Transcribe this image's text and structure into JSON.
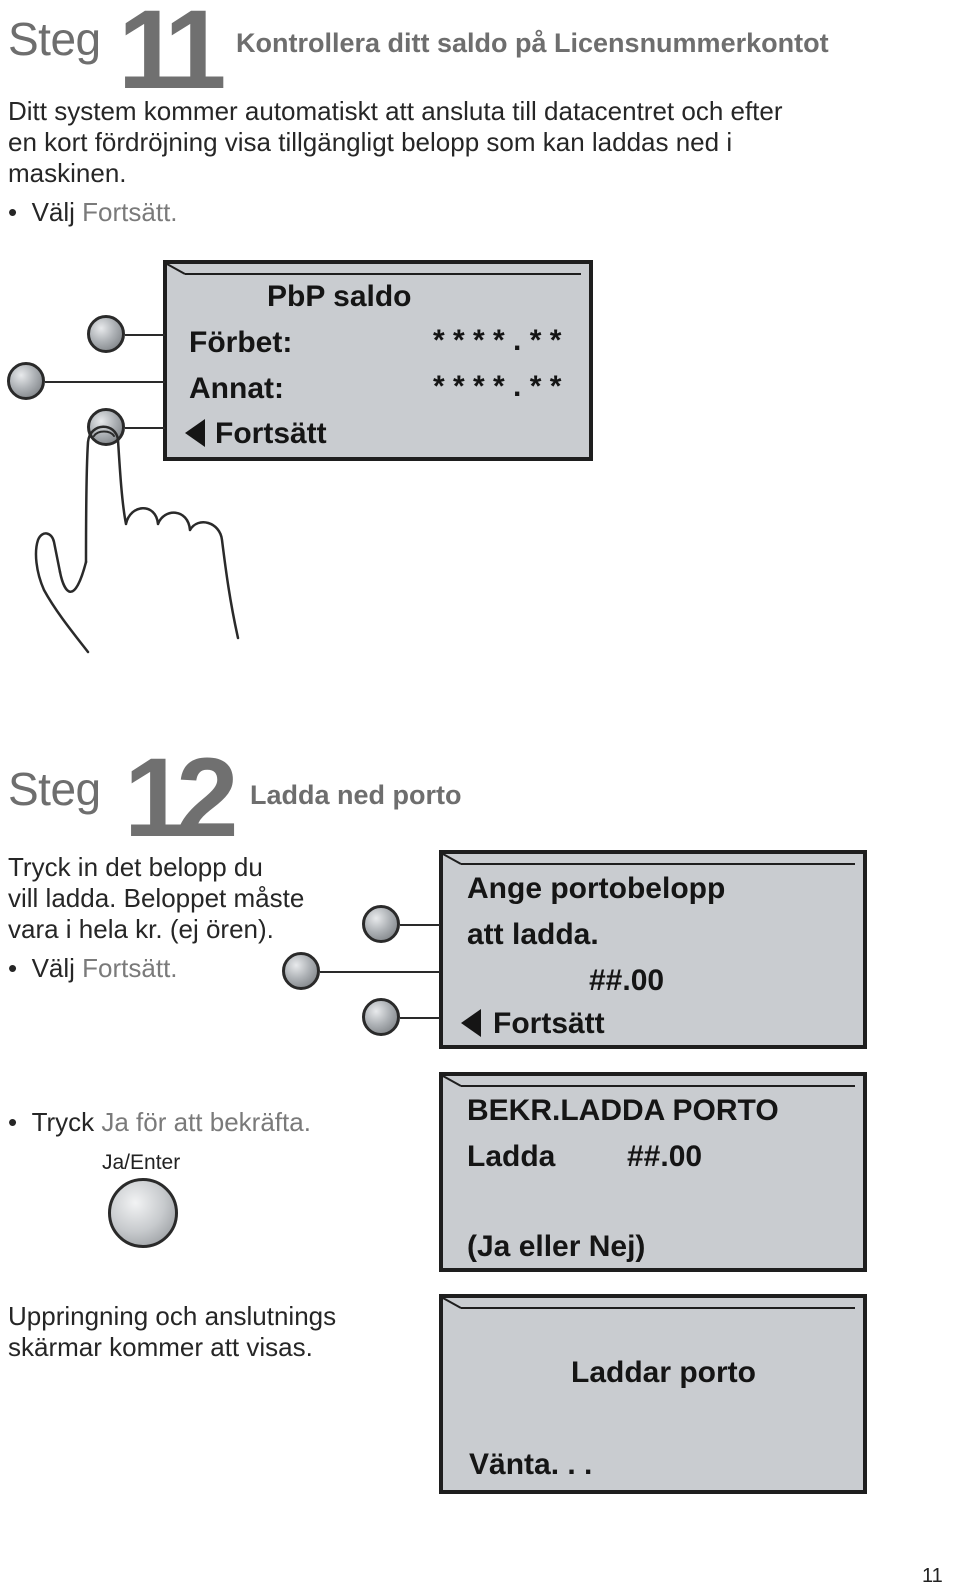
{
  "step11": {
    "steg_label": "Steg",
    "number": "11",
    "title": "Kontrollera ditt saldo på Licensnummerkontot",
    "para_line1": "Ditt system kommer automatiskt att ansluta till datacentret och efter",
    "para_line2": "en kort fördröjning visa tillgängligt belopp som kan laddas ned i",
    "para_line3": "maskinen.",
    "bullet_prefix": "Välj",
    "bullet_highlight": "Fortsätt.",
    "screen": {
      "title": "PbP saldo",
      "row1_label": "Förbet:",
      "row1_value": "* * * * . * *",
      "row2_label": "Annat:",
      "row2_value": "* * * * . * *",
      "action": "Fortsätt"
    }
  },
  "step12": {
    "steg_label": "Steg",
    "number": "12",
    "title": "Ladda ned porto",
    "para_line1": "Tryck in det belopp du",
    "para_line2": "vill ladda. Beloppet måste",
    "para_line3": "vara i hela kr. (ej ören).",
    "bullet1_prefix": "Välj",
    "bullet1_highlight": "Fortsätt.",
    "screen1": {
      "line1": "Ange portobelopp",
      "line2": "att ladda.",
      "amount": "##.00",
      "action": "Fortsätt"
    },
    "bullet2_prefix": "Tryck",
    "bullet2_highlight": "Ja för att bekräfta.",
    "key_label": "Ja/Enter",
    "screen2": {
      "line1": "BEKR.LADDA PORTO",
      "line2_label": "Ladda",
      "line2_value": "##.00",
      "line3": "(Ja eller Nej)"
    },
    "note_line1": "Uppringning och anslutnings",
    "note_line2": "skärmar kommer att visas.",
    "screen3": {
      "line1": "Laddar porto",
      "line2": "Vänta. . ."
    }
  },
  "page_number": "11",
  "colors": {
    "lcd_background": "#c9ccd0",
    "heading_gray": "#6e6e6e",
    "highlight_gray": "#7a7a7a"
  }
}
